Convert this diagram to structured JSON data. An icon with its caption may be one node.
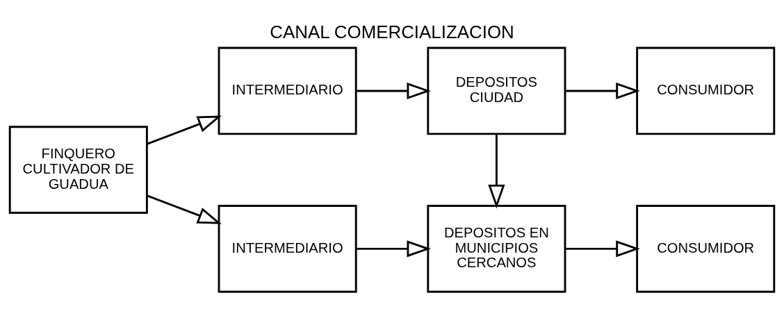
{
  "diagram": {
    "title": "CANAL COMERCIALIZACION",
    "nodes": [
      {
        "text": [
          "FINQUERO CULTIVADOR DE GUADUA"
        ]
      },
      {
        "text": [
          "INTERMEDIARIO"
        ]
      },
      {
        "text": [
          "DEPOSITOS CIUDAD"
        ]
      },
      {
        "text": [
          "CONSUMIDOR"
        ]
      },
      {
        "text": [
          "INTERMEDIARIO"
        ]
      },
      {
        "text": [
          "DEPOSITOS EN MUNICIPIOS CERCANOS"
        ]
      },
      {
        "text": [
          "CONSUMIDOR"
        ]
      }
    ],
    "edges": [
      {
        "from": 0,
        "to": 1,
        "arrow": "to"
      },
      {
        "from": 1,
        "to": 2,
        "arrow": "to"
      },
      {
        "from": 2,
        "to": 3,
        "arrow": "to"
      },
      {
        "from": 2,
        "to": 5,
        "arrow": "to"
      },
      {
        "from": 0,
        "to": 4,
        "arrow": "to"
      },
      {
        "from": 4,
        "to": 5,
        "arrow": "to"
      },
      {
        "from": 5,
        "to": 6,
        "arrow": "to"
      }
    ]
  }
}
